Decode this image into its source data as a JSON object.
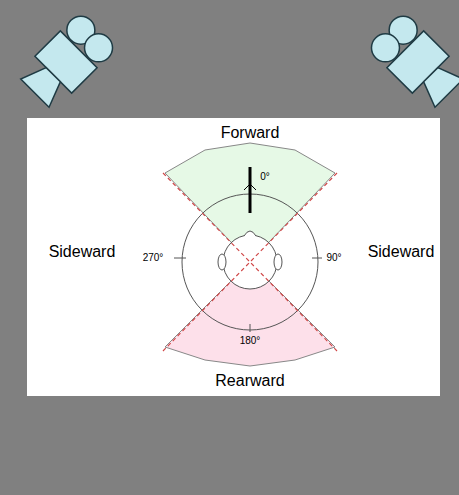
{
  "diagram": {
    "labels": [
      "Forward",
      "Sideward",
      "Sideward",
      "Rearward",
      "0°",
      "90°",
      "180°",
      "270°"
    ]
  }
}
